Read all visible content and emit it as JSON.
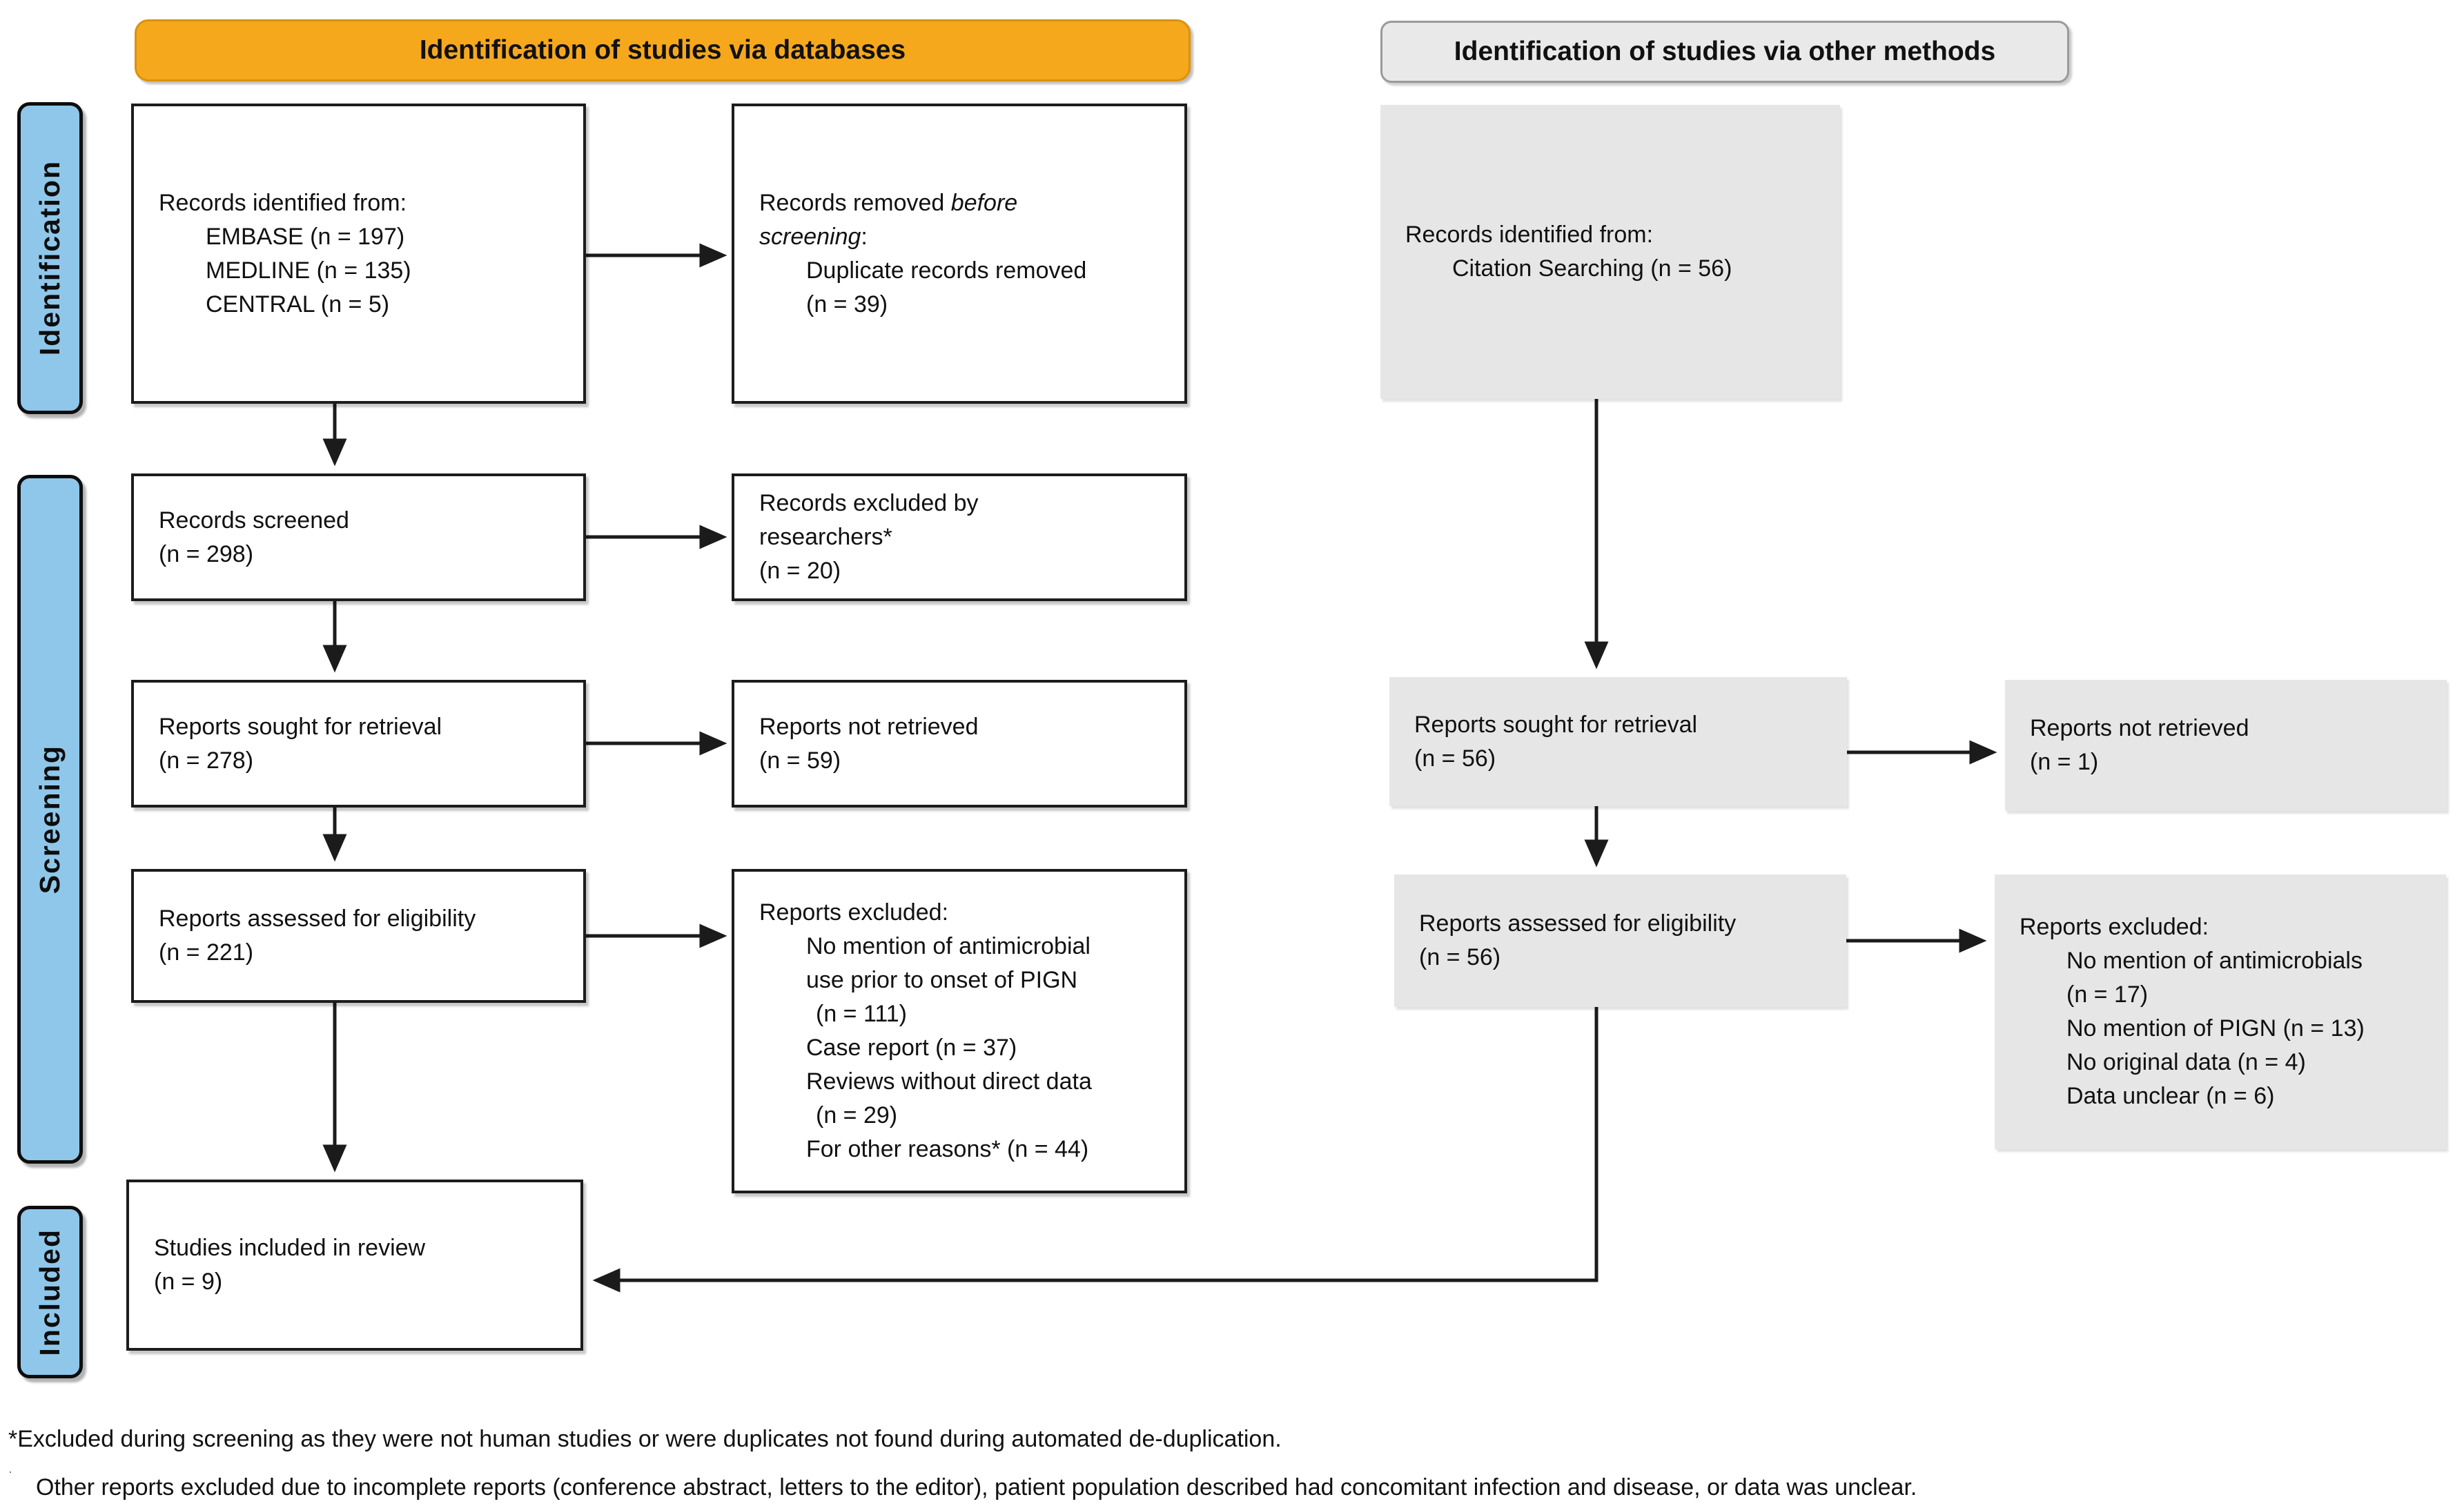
{
  "headers": {
    "databases": "Identification of studies via databases",
    "other_methods": "Identification of studies via other methods"
  },
  "sidebar": {
    "identification": "Identification",
    "screening": "Screening",
    "included": "Included"
  },
  "boxes": {
    "db_identified": {
      "title": "Records identified from:",
      "items": [
        "EMBASE (n = 197)",
        "MEDLINE (n = 135)",
        "CENTRAL (n = 5)"
      ]
    },
    "records_removed": {
      "seg1": "Records removed ",
      "seg2_italic": "before",
      "seg3_italic": "screening",
      "seg4": ":",
      "items": [
        "Duplicate records removed",
        "(n = 39)"
      ]
    },
    "records_screened": {
      "lines": [
        "Records screened",
        "(n = 298)"
      ]
    },
    "records_excluded": {
      "lines": [
        "Records excluded by",
        "researchers*",
        "(n = 20)"
      ]
    },
    "reports_sought_db": {
      "lines": [
        "Reports sought for retrieval",
        "(n = 278)"
      ]
    },
    "reports_not_retrieved_db": {
      "lines": [
        "Reports not retrieved",
        "(n = 59)"
      ]
    },
    "reports_assessed_db": {
      "lines": [
        "Reports assessed for eligibility",
        "(n = 221)"
      ]
    },
    "reports_excluded_db": {
      "title": "Reports excluded:",
      "items": [
        "No mention of antimicrobial",
        "use prior to onset of PIGN",
        "(n = 111)",
        "Case report (n = 37)",
        "Reviews without direct data",
        "(n = 29)",
        "For other reasons* (n = 44)"
      ]
    },
    "studies_included": {
      "lines": [
        "Studies included in review",
        "(n = 9)"
      ]
    },
    "other_identified": {
      "title": "Records identified from:",
      "items": [
        "Citation Searching (n = 56)"
      ]
    },
    "reports_sought_other": {
      "lines": [
        "Reports sought for retrieval",
        "(n = 56)"
      ]
    },
    "reports_not_retrieved_other": {
      "lines": [
        "Reports not retrieved",
        "(n = 1)"
      ]
    },
    "reports_assessed_other": {
      "lines": [
        "Reports assessed for eligibility",
        "(n = 56)"
      ]
    },
    "reports_excluded_other": {
      "title": "Reports excluded:",
      "items": [
        "No mention of antimicrobials",
        "(n = 17)",
        "No mention of PIGN (n = 13)",
        "No original data (n = 4)",
        "Data unclear (n = 6)"
      ]
    }
  },
  "footnotes": {
    "line1": "*Excluded during screening as they were not human studies or were duplicates not found during automated de-duplication.",
    "line2_marker": "·",
    "line2": "Other reports excluded due to incomplete reports (conference abstract, letters to the editor), patient population described had concomitant infection and disease, or data was unclear."
  },
  "colors": {
    "accent_orange": "#F6A81C",
    "accent_blue": "#8FC7EA",
    "box_gray": "#E6E6E6",
    "line_black": "#1b1b1b"
  }
}
